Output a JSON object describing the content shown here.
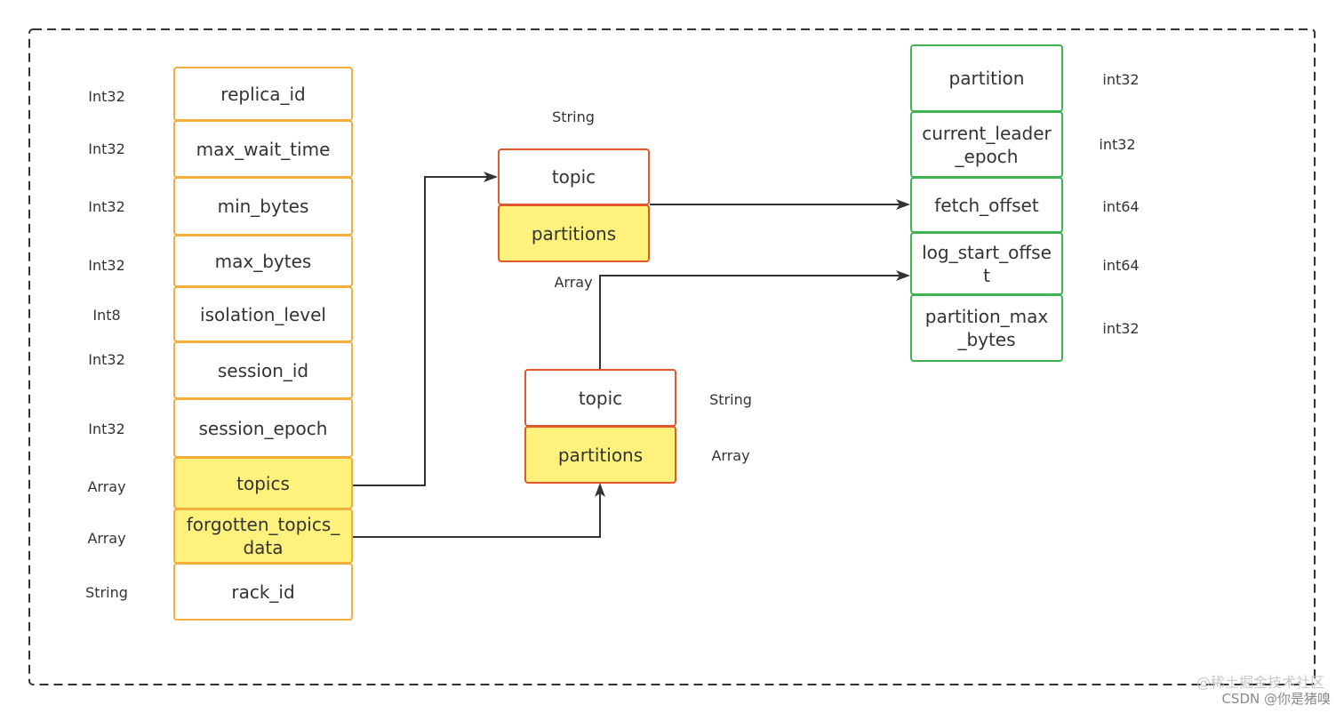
{
  "colors": {
    "frame": "#333333",
    "arrow": "#333333",
    "text": "#333333",
    "request_border": "#f5ad3c",
    "array_fill": "#fff27c",
    "topic_border": "#e2582c",
    "partition_border": "#3fb34f",
    "watermark_light": "#c9c9c9",
    "watermark_dark": "#8a8a8a"
  },
  "fetch_request": {
    "fields": [
      {
        "type": "Int32",
        "name": "replica_id"
      },
      {
        "type": "Int32",
        "name": "max_wait_time"
      },
      {
        "type": "Int32",
        "name": "min_bytes"
      },
      {
        "type": "Int32",
        "name": "max_bytes"
      },
      {
        "type": "Int8",
        "name": "isolation_level"
      },
      {
        "type": "Int32",
        "name": "session_id"
      },
      {
        "type": "Int32",
        "name": "session_epoch"
      },
      {
        "type": "Array",
        "name": "topics"
      },
      {
        "type": "Array",
        "name": "forgotten_topics_data"
      },
      {
        "type": "String",
        "name": "rack_id"
      }
    ]
  },
  "topics_entry": {
    "topic": {
      "type": "String",
      "name": "topic"
    },
    "partitions": {
      "type": "Array",
      "name": "partitions"
    }
  },
  "forgotten_topics_entry": {
    "topic": {
      "type": "String",
      "name": "topic"
    },
    "partitions": {
      "type": "Array",
      "name": "partitions"
    }
  },
  "partition_fields": [
    {
      "name": "partition",
      "type": "int32"
    },
    {
      "name": "current_leader_epoch",
      "type": "int32"
    },
    {
      "name": "fetch_offset",
      "type": "int64"
    },
    {
      "name": "log_start_offset",
      "type": "int64"
    },
    {
      "name": "partition_max_bytes",
      "type": "int32"
    }
  ],
  "watermark": {
    "line1": "@稀土掘金技术社区",
    "line2": "CSDN @你是猪嗅"
  }
}
